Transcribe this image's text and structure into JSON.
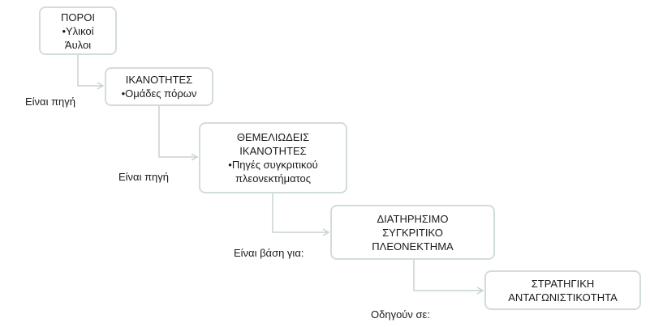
{
  "nodes": [
    {
      "id": "poroi",
      "lines": [
        "ΠΟΡΟΙ",
        "•Υλικοί",
        "Άυλοι"
      ]
    },
    {
      "id": "ikanotites",
      "lines": [
        "ΙΚΑΝΟΤΗΤΕΣ",
        "•Ομάδες πόρων"
      ]
    },
    {
      "id": "themeliodeis",
      "lines": [
        "ΘΕΜΕΛΙΩΔΕΙΣ",
        "ΙΚΑΝΟΤΗΤΕΣ",
        "•Πηγές συγκριτικού",
        "πλεονεκτήματος"
      ]
    },
    {
      "id": "diatirisimo",
      "lines": [
        "ΔΙΑΤΗΡΗΣΙΜΟ",
        "ΣΥΓΚΡΙΤΙΚΟ",
        "ΠΛΕΟΝΕΚΤΗΜΑ"
      ]
    },
    {
      "id": "stratigiki",
      "lines": [
        "ΣΤΡΑΤΗΓΙΚΗ",
        "ΑΝΤΑΓΩΝΙΣΤΙΚΟΤΗΤΑ"
      ]
    }
  ],
  "edges": [
    {
      "from": "poroi",
      "to": "ikanotites",
      "label": "Είναι πηγή"
    },
    {
      "from": "ikanotites",
      "to": "themeliodeis",
      "label": "Είναι πηγή"
    },
    {
      "from": "themeliodeis",
      "to": "diatirisimo",
      "label": "Είναι βάση για:"
    },
    {
      "from": "diatirisimo",
      "to": "stratigiki",
      "label": "Οδηγούν σε:"
    }
  ],
  "colors": {
    "box_border": "#d2ddd8",
    "connector": "#c9d4cf",
    "text": "#1a1a1a"
  }
}
